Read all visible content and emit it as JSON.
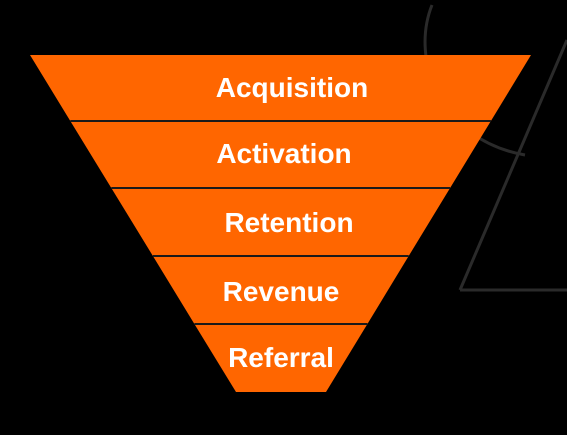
{
  "funnel": {
    "fill_color": "#FF6600",
    "separator_color": "#1A1A1A",
    "text_color": "#FFFFFF",
    "background_color": "#000000",
    "stages": [
      {
        "label": "Acquisition"
      },
      {
        "label": "Activation"
      },
      {
        "label": "Retention"
      },
      {
        "label": "Revenue"
      },
      {
        "label": "Referral"
      }
    ]
  },
  "watermark": {
    "icon": "faint-circle-and-triangle-logo",
    "color": "#2A2A2A"
  }
}
